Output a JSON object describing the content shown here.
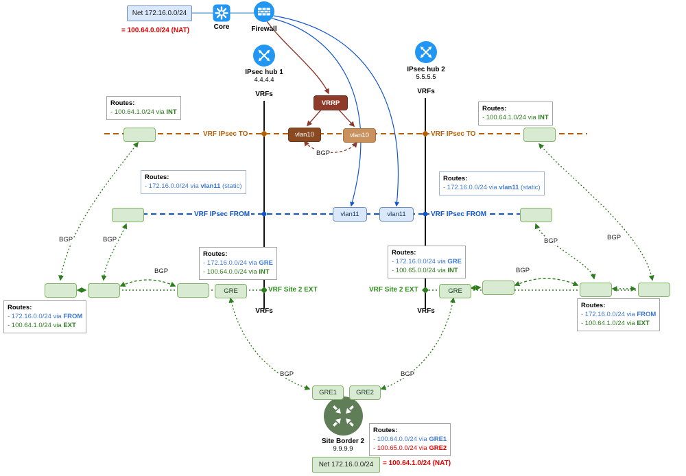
{
  "colors": {
    "accent_blue": "#2196f3",
    "line_brown": "#b45f06",
    "line_blue": "#1155cc",
    "line_green": "#2e7d1e",
    "route_blue": "#3c78d8",
    "route_green": "#2e7d1e",
    "route_red": "#e60000",
    "node_green_fill": "#d9ead3",
    "node_green_border": "#82b366",
    "node_blue_fill": "#dae8fc",
    "node_blue_border": "#6c8ebf",
    "vrrp_fill": "#8e3b2a",
    "vlan10_dark_fill": "#8a4a21",
    "vlan10_light_fill": "#c9915e",
    "site_border_fill": "#5f7d57"
  },
  "top": {
    "net_label": "Net 172.16.0.0/24",
    "nat_label": "= 100.64.0.0/24 (NAT)",
    "core_label": "Core",
    "firewall_label": "Firewall"
  },
  "hub1": {
    "name": "IPsec hub 1",
    "ip": "4.4.4.4",
    "vrfs_top": "VRFs",
    "vrfs_bottom": "VRFs"
  },
  "hub2": {
    "name": "IPsec hub 2",
    "ip": "5.5.5.5",
    "vrfs_top": "VRFs",
    "vrfs_bottom": "VRFs"
  },
  "nodes": {
    "vrrp": "VRRP",
    "vlan10_left": "vlan10",
    "vlan10_right": "vlan10",
    "vlan11_left": "vlan11",
    "vlan11_right": "vlan11",
    "gre_left": "GRE",
    "gre_right": "GRE",
    "gre1": "GRE1",
    "gre2": "GRE2"
  },
  "vrf_labels": {
    "to_left": "VRF IPsec TO",
    "to_right": "VRF IPsec TO",
    "from_left": "VRF IPsec FROM",
    "from_right": "VRF IPsec FROM",
    "ext_left": "VRF Site 2 EXT",
    "ext_right": "VRF Site 2 EXT"
  },
  "bgp": "BGP",
  "routes": {
    "top_left": {
      "title": "Routes:",
      "lines": [
        {
          "pre": "- 100.64.1.0/24 via ",
          "bold": "INT",
          "post": "",
          "color": "green"
        }
      ]
    },
    "top_right": {
      "title": "Routes:",
      "lines": [
        {
          "pre": "- 100.64.1.0/24 via ",
          "bold": "INT",
          "post": "",
          "color": "green"
        }
      ]
    },
    "mid_left": {
      "title": "Routes:",
      "lines": [
        {
          "pre": "- 172.16.0.0/24 via ",
          "bold": "vlan11",
          "post": " (static)",
          "color": "blue"
        }
      ]
    },
    "mid_right": {
      "title": "Routes:",
      "lines": [
        {
          "pre": "- 172.16.0.0/24 via ",
          "bold": "vlan11",
          "post": " (static)",
          "color": "blue"
        }
      ]
    },
    "ext_left": {
      "title": "Routes:",
      "lines": [
        {
          "pre": "- 172.16.0.0/24 via ",
          "bold": "GRE",
          "post": "",
          "color": "blue"
        },
        {
          "pre": "- 100.64.0.0/24 via ",
          "bold": "INT",
          "post": "",
          "color": "green"
        }
      ]
    },
    "ext_right": {
      "title": "Routes:",
      "lines": [
        {
          "pre": "- 172.16.0.0/24 via ",
          "bold": "GRE",
          "post": "",
          "color": "blue"
        },
        {
          "pre": "- 100.65.0.0/24 via ",
          "bold": "INT",
          "post": "",
          "color": "green"
        }
      ]
    },
    "bottom_left": {
      "title": "Routes:",
      "lines": [
        {
          "pre": "- 172.16.0.0/24 via ",
          "bold": "FROM",
          "post": "",
          "color": "blue"
        },
        {
          "pre": "- 100.64.1.0/24 via ",
          "bold": "EXT",
          "post": "",
          "color": "green"
        }
      ]
    },
    "bottom_right": {
      "title": "Routes:",
      "lines": [
        {
          "pre": "- 172.16.0.0/24 via ",
          "bold": "FROM",
          "post": "",
          "color": "blue"
        },
        {
          "pre": "- 100.64.1.0/24 via ",
          "bold": "EXT",
          "post": "",
          "color": "green"
        }
      ]
    },
    "center_bottom": {
      "title": "Routes:",
      "lines": [
        {
          "pre": "- 100.64.0.0/24 via ",
          "bold": "GRE1",
          "post": "",
          "color": "blue"
        },
        {
          "pre": "- 100.65.0.0/24 via ",
          "bold": "GRE2",
          "post": "",
          "color": "red"
        }
      ]
    }
  },
  "site_border": {
    "name": "Site Border 2",
    "ip": "9.9.9.9"
  },
  "bottom": {
    "net_label": "Net 172.16.0.0/24",
    "nat_label": "= 100.64.1.0/24 (NAT)"
  }
}
